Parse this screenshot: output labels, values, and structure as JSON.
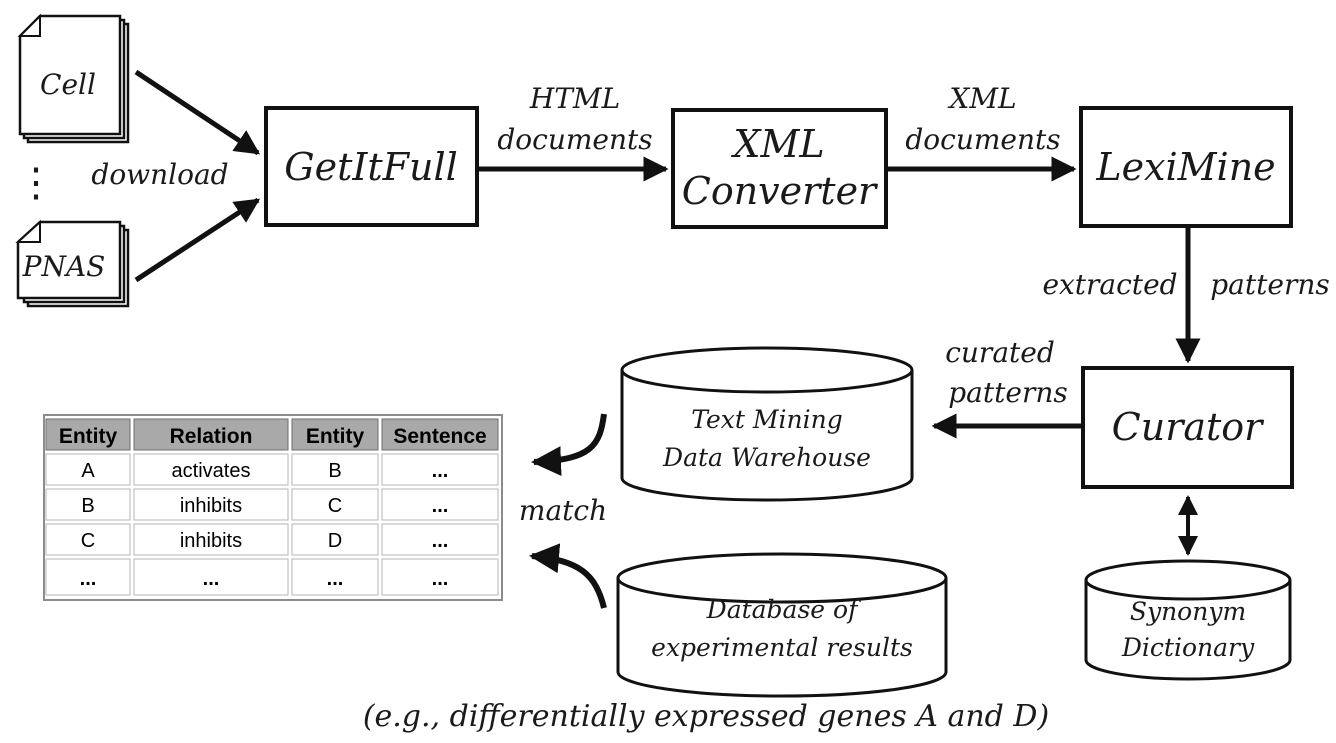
{
  "sources": {
    "top": "Cell",
    "bottom": "PNAS",
    "ellipsis": "⋮",
    "action": "download"
  },
  "boxes": {
    "getitfull": "GetItFull",
    "xml_converter_line1": "XML",
    "xml_converter_line2": "Converter",
    "leximine": "LexiMine",
    "curator": "Curator"
  },
  "edges": {
    "html_line1": "HTML",
    "html_line2": "documents",
    "xml_line1": "XML",
    "xml_line2": "documents",
    "extracted": "extracted",
    "patterns": "patterns",
    "curated_line1": "curated",
    "curated_line2": "patterns",
    "match": "match"
  },
  "databases": {
    "warehouse_line1": "Text Mining",
    "warehouse_line2": "Data Warehouse",
    "experimental_line1": "Database of",
    "experimental_line2": "experimental results",
    "synonym_line1": "Synonym",
    "synonym_line2": "Dictionary"
  },
  "table": {
    "headers": [
      "Entity",
      "Relation",
      "Entity",
      "Sentence"
    ],
    "rows": [
      [
        "A",
        "activates",
        "B",
        "..."
      ],
      [
        "B",
        "inhibits",
        "C",
        "..."
      ],
      [
        "C",
        "inhibits",
        "D",
        "..."
      ],
      [
        "...",
        "...",
        "...",
        "..."
      ]
    ]
  },
  "caption": "(e.g., differentially expressed genes A and D)",
  "colors": {
    "line": "#111111",
    "table_header": "#a9a9a9",
    "table_border": "#8c8c8c"
  }
}
